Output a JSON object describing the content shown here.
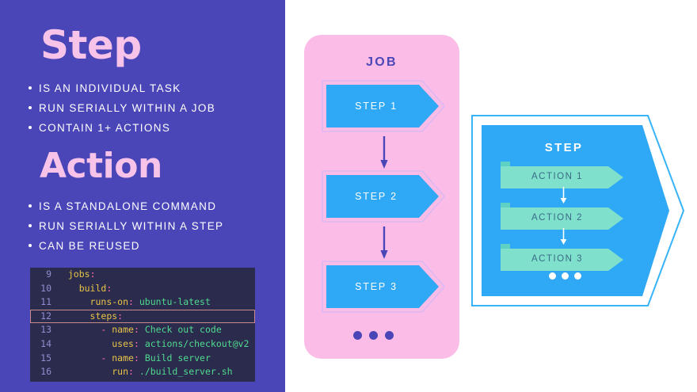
{
  "colors": {
    "panel_purple": "#4a46b8",
    "heading_pink": "#f7c3e8",
    "card_pink": "#fbbde8",
    "step_blue": "#2fa8f5",
    "action_mint": "#7fe0cc",
    "code_bg": "#2b2b4d",
    "white": "#ffffff"
  },
  "left_panel": {
    "sections": [
      {
        "heading": "Step",
        "bullets": [
          "IS AN INDIVIDUAL TASK",
          "RUN SERIALLY WITHIN A JOB",
          "CONTAIN 1+ ACTIONS"
        ]
      },
      {
        "heading": "Action",
        "bullets": [
          "IS A STANDALONE COMMAND",
          "RUN SERIALLY WITHIN A STEP",
          "CAN BE REUSED"
        ]
      }
    ],
    "code_block": {
      "language": "yaml",
      "highlighted_line": 12,
      "lines": [
        {
          "num": "9",
          "indent": 0,
          "text": "jobs:",
          "key": "jobs",
          "colon": ":",
          "value": "",
          "dash": false
        },
        {
          "num": "10",
          "indent": 1,
          "text": "build:",
          "key": "build",
          "colon": ":",
          "value": "",
          "dash": false
        },
        {
          "num": "11",
          "indent": 2,
          "text": "runs-on: ubuntu-latest",
          "key": "runs-on",
          "colon": ":",
          "value": "ubuntu-latest",
          "dash": false
        },
        {
          "num": "12",
          "indent": 2,
          "text": "steps:",
          "key": "steps",
          "colon": ":",
          "value": "",
          "dash": false
        },
        {
          "num": "13",
          "indent": 3,
          "text": "- name: Check out code",
          "key": "name",
          "colon": ":",
          "value": "Check out code",
          "dash": true
        },
        {
          "num": "14",
          "indent": 4,
          "text": "uses: actions/checkout@v2",
          "key": "uses",
          "colon": ":",
          "value": "actions/checkout@v2",
          "dash": false
        },
        {
          "num": "15",
          "indent": 3,
          "text": "- name: Build server",
          "key": "name",
          "colon": ":",
          "value": "Build server",
          "dash": true
        },
        {
          "num": "16",
          "indent": 4,
          "text": "run: ./build_server.sh",
          "key": "run",
          "colon": ":",
          "value": "./build_server.sh",
          "dash": false
        }
      ]
    }
  },
  "job_card": {
    "title": "JOB",
    "steps": [
      {
        "label": "STEP 1"
      },
      {
        "label": "STEP 2"
      },
      {
        "label": "STEP 3"
      }
    ],
    "ellipsis_dots": 3
  },
  "step_group": {
    "title": "STEP",
    "actions": [
      {
        "label": "ACTION 1"
      },
      {
        "label": "ACTION 2"
      },
      {
        "label": "ACTION 3"
      }
    ],
    "ellipsis_dots": 3
  }
}
